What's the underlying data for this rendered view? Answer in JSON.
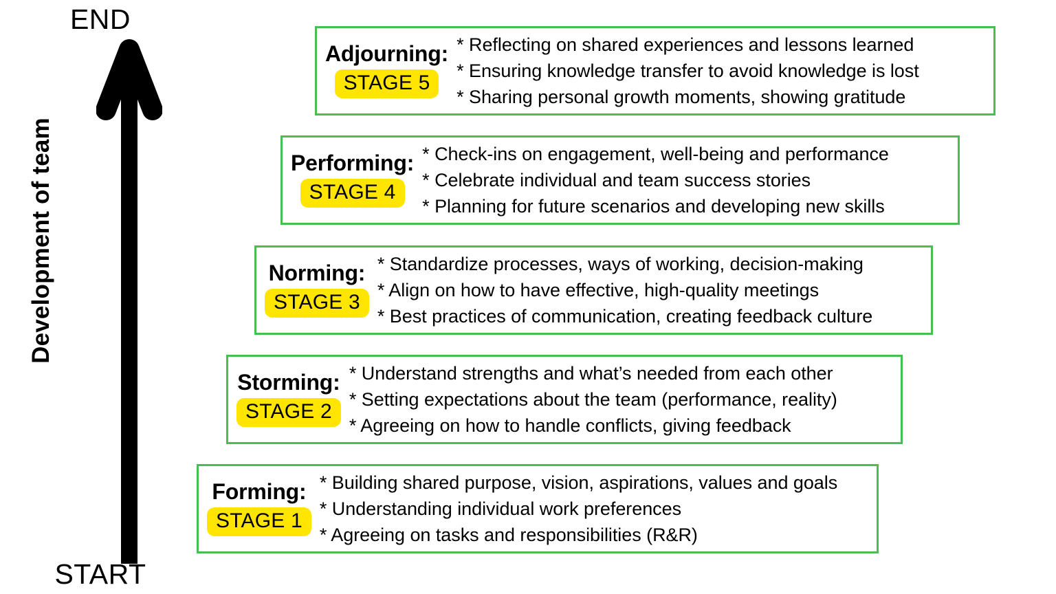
{
  "axis": {
    "top_label": "END",
    "bottom_label": "START",
    "vertical_label": "Development of team",
    "arrow_icon": "up-arrow-icon",
    "arrow_color": "#000000"
  },
  "colors": {
    "box_border": "#46BE52",
    "badge_background": "#FFE500",
    "text": "#000000",
    "background": "#FFFFFF"
  },
  "stages": [
    {
      "id": "stage-5",
      "title": "Adjourning:",
      "badge": "STAGE 5",
      "bullets": [
        "* Reflecting on shared experiences and lessons learned",
        "* Ensuring knowledge transfer to avoid knowledge is lost",
        "* Sharing personal growth moments, showing gratitude"
      ]
    },
    {
      "id": "stage-4",
      "title": "Performing:",
      "badge": "STAGE 4",
      "bullets": [
        "* Check-ins on engagement, well-being and performance",
        "* Celebrate individual and team success stories",
        "* Planning for future scenarios and developing new skills"
      ]
    },
    {
      "id": "stage-3",
      "title": "Norming:",
      "badge": "STAGE 3",
      "bullets": [
        "* Standardize processes, ways of working, decision-making",
        "* Align on how to have effective, high-quality meetings",
        "* Best practices of communication, creating feedback culture"
      ]
    },
    {
      "id": "stage-2",
      "title": "Storming:",
      "badge": "STAGE 2",
      "bullets": [
        "* Understand strengths and what’s needed from each other",
        "* Setting expectations about the team (performance, reality)",
        "* Agreeing on how to handle conflicts, giving feedback"
      ]
    },
    {
      "id": "stage-1",
      "title": "Forming:",
      "badge": "STAGE 1",
      "bullets": [
        "* Building shared purpose, vision, aspirations, values and goals",
        "* Understanding individual work preferences",
        "* Agreeing on tasks and responsibilities (R&R)"
      ]
    }
  ]
}
